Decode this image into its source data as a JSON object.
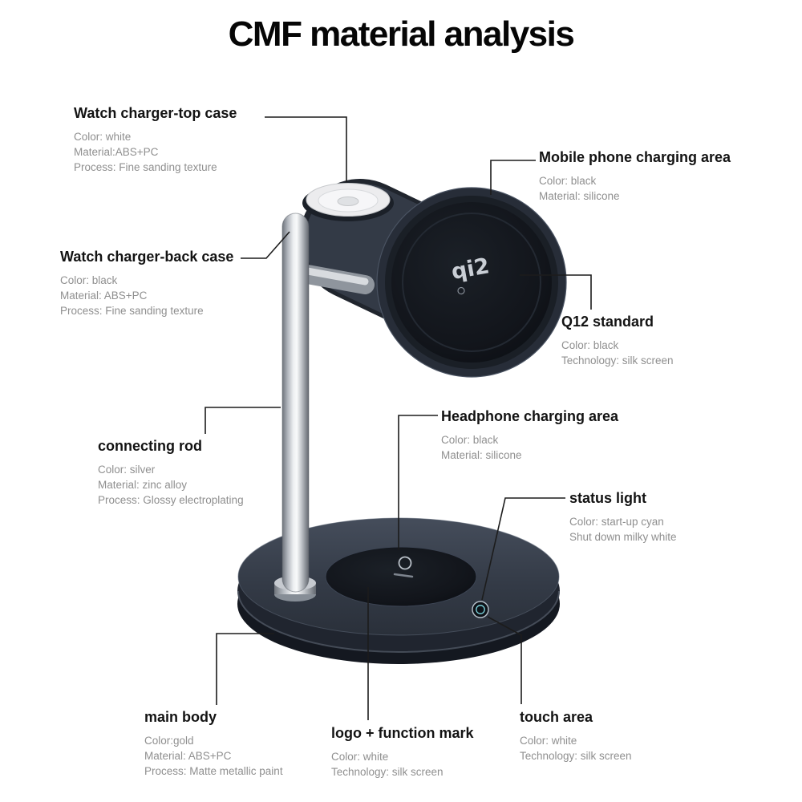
{
  "title": "CMF material analysis",
  "product": {
    "qi_logo": "qi2"
  },
  "callouts": [
    {
      "label": "Watch charger-top case",
      "details": [
        "Color: white",
        "Material:ABS+PC",
        "Process: Fine sanding texture"
      ]
    },
    {
      "label": "Watch charger-back case",
      "details": [
        "Color: black",
        "Material: ABS+PC",
        "Process: Fine sanding texture"
      ]
    },
    {
      "label": "connecting rod",
      "details": [
        "Color: silver",
        "Material: zinc alloy",
        "Process: Glossy electroplating"
      ]
    },
    {
      "label": "main body",
      "details": [
        "Color:gold",
        "Material: ABS+PC",
        "Process: Matte metallic paint"
      ]
    },
    {
      "label": "Mobile phone charging area",
      "details": [
        "Color: black",
        "Material: silicone"
      ]
    },
    {
      "label": "Q12 standard",
      "details": [
        "Color: black",
        "Technology: silk screen"
      ]
    },
    {
      "label": "Headphone charging area",
      "details": [
        "Color: black",
        "Material: silicone"
      ]
    },
    {
      "label": "status light",
      "details": [
        "Color: start-up cyan",
        "Shut down milky white"
      ]
    },
    {
      "label": "touch area",
      "details": [
        "Color: white",
        "Technology: silk screen"
      ]
    },
    {
      "label": "logo + function mark",
      "details": [
        "Color: white",
        "Technology: silk screen"
      ]
    }
  ]
}
